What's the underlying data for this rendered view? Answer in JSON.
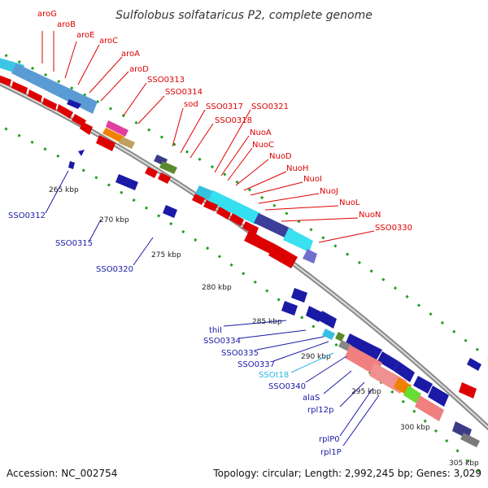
{
  "title": "Sulfolobus solfataricus P2, complete genome",
  "footer": {
    "accession": "Accession: NC_002754",
    "topology": "Topology: circular; Length: 2,992,245 bp; Genes: 3,029"
  },
  "kbp_ticks": [
    "265 kbp",
    "270 kbp",
    "275 kbp",
    "280 kbp",
    "285 kbp",
    "290 kbp",
    "295 kbp",
    "300 kbp",
    "305 kbp"
  ],
  "forward_genes": [
    "aroG",
    "aroB",
    "aroE",
    "aroC",
    "aroA",
    "aroD",
    "SSO0313",
    "SSO0314",
    "sod",
    "SSO0317",
    "SSO0321",
    "SSO0318",
    "NuoA",
    "NuoC",
    "NuoD",
    "NuoH",
    "NuoI",
    "NuoJ",
    "NuoL",
    "NuoN",
    "SSO0330"
  ],
  "reverse_genes": [
    "SSO0312",
    "SSO0315",
    "SSO0320",
    "thiI",
    "SSO0334",
    "SSO0335",
    "SSO0337",
    "SSOt18",
    "SSO0340",
    "alaS",
    "rpl12p",
    "rplP0",
    "rpl1P"
  ],
  "colors": {
    "forward": "#dd0000",
    "reverse": "#1a1aa6",
    "trna": "#2ab6e0",
    "backbone": "#888888"
  }
}
